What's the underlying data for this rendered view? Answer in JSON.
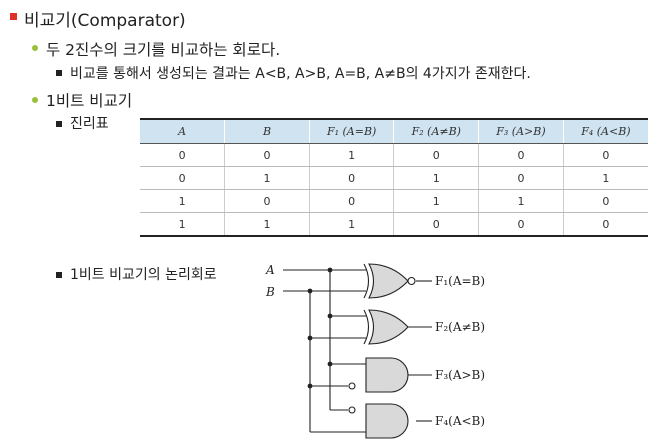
{
  "title": "비교기(Comparator)",
  "bullets": {
    "l2_1": "두 2진수의 크기를 비교하는 회로다.",
    "l3_1": "비교를 통해서 생성되는 결과는 A<B, A>B, A=B, A≠B의 4가지가 존재한다.",
    "l2_2": "1비트 비교기",
    "l3_2": "진리표",
    "l3_3": "1비트 비교기의 논리회로"
  },
  "truth_table": {
    "headers": [
      "A",
      "B",
      "F₁ (A=B)",
      "F₂ (A≠B)",
      "F₃ (A>B)",
      "F₄ (A<B)"
    ],
    "rows": [
      [
        "0",
        "0",
        "1",
        "0",
        "0",
        "0"
      ],
      [
        "0",
        "1",
        "0",
        "1",
        "0",
        "1"
      ],
      [
        "1",
        "0",
        "0",
        "1",
        "1",
        "0"
      ],
      [
        "1",
        "1",
        "1",
        "0",
        "0",
        "0"
      ]
    ]
  },
  "circuit": {
    "input_a": "A",
    "input_b": "B",
    "outputs": [
      "F₁(A=B)",
      "F₂(A≠B)",
      "F₃(A>B)",
      "F₄(A<B)"
    ],
    "gates": [
      "XNOR",
      "XOR",
      "AND",
      "AND"
    ],
    "gate_fill": "#d9d9d9"
  },
  "colors": {
    "bullet_l1": "#e0302a",
    "bullet_l2": "#9bbf3a",
    "table_header": "#cfe3f0"
  }
}
